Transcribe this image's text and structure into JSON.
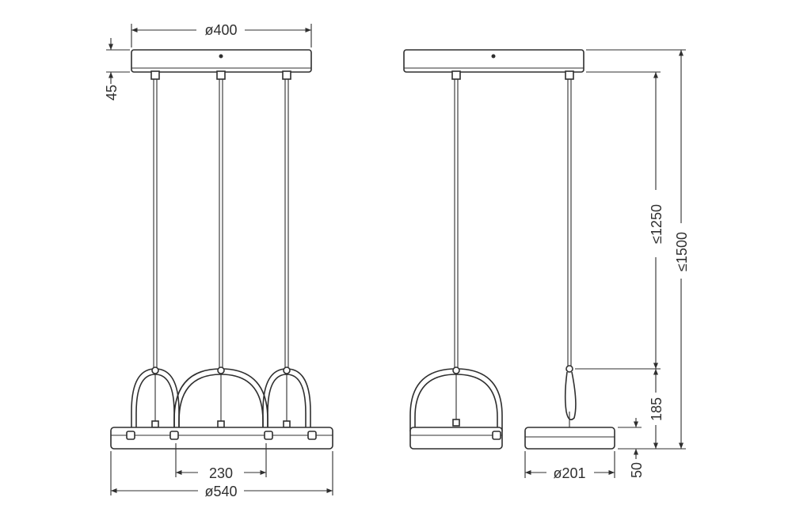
{
  "dimensions": {
    "canopy_diameter": "ø400",
    "canopy_height": "45",
    "spacing": "230",
    "overall_width": "ø540",
    "shade_diameter": "ø201",
    "shade_height": "50",
    "suspension_short": "≤1250",
    "suspension_long": "≤1500",
    "head_height": "185"
  }
}
